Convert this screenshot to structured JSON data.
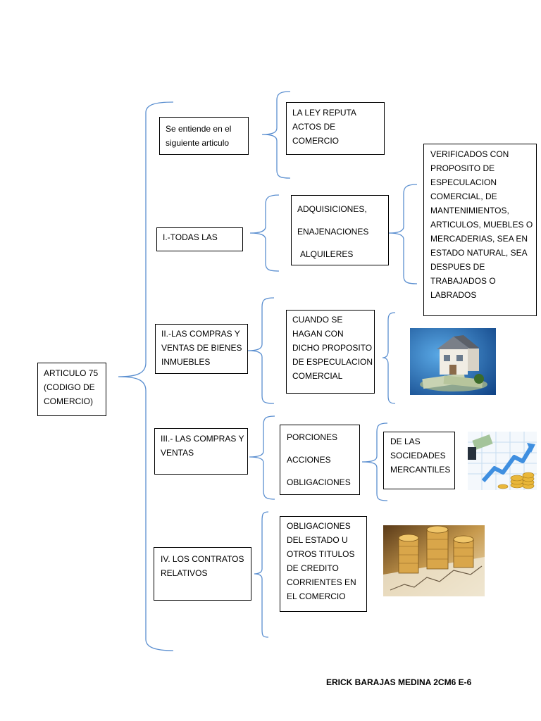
{
  "root": {
    "lines": [
      "ARTICULO 75",
      "(CODIGO DE",
      "COMERCIO)"
    ]
  },
  "branches": {
    "intro": {
      "lines": [
        "Se entiende en el",
        "siguiente articulo"
      ]
    },
    "intro_detail": {
      "lines": [
        "LA LEY REPUTA",
        "ACTOS DE",
        "COMERCIO"
      ]
    },
    "b1": {
      "lines": [
        "I.-TODAS LAS"
      ]
    },
    "b1_items": {
      "lines": [
        "ADQUISICIONES,",
        "ENAJENACIONES",
        "ALQUILERES"
      ]
    },
    "b1_detail": {
      "lines": [
        "VERIFICADOS CON",
        "PROPOSITO DE",
        "ESPECULACION",
        "COMERCIAL, DE",
        "MANTENIMIENTOS,",
        "ARTICULOS, MUEBLES O",
        "MERCADERIAS, SEA EN",
        "ESTADO NATURAL, SEA",
        "DESPUES DE",
        "TRABAJADOS O",
        "LABRADOS"
      ]
    },
    "b2": {
      "lines": [
        "II.-LAS COMPRAS Y",
        "VENTAS DE BIENES",
        "INMUEBLES"
      ]
    },
    "b2_detail": {
      "lines": [
        "CUANDO SE",
        "HAGAN CON",
        "DICHO PROPOSITO",
        "DE ESPECULACION",
        "COMERCIAL"
      ]
    },
    "b3": {
      "lines": [
        "III.- LAS COMPRAS Y",
        "VENTAS"
      ]
    },
    "b3_items": {
      "lines": [
        "PORCIONES",
        "ACCIONES",
        "OBLIGACIONES"
      ]
    },
    "b3_detail": {
      "lines": [
        "DE LAS",
        "SOCIEDADES",
        "MERCANTILES"
      ]
    },
    "b4": {
      "lines": [
        "IV. LOS CONTRATOS",
        "RELATIVOS"
      ]
    },
    "b4_detail": {
      "lines": [
        "OBLIGACIONES",
        "DEL ESTADO U",
        "OTROS TITULOS",
        "DE CREDITO",
        "CORRIENTES EN",
        "EL COMERCIO"
      ]
    }
  },
  "images": [
    "house-money-image",
    "growth-chart-coins-image",
    "coin-stacks-image"
  ],
  "footer": "ERICK BARAJAS MEDINA 2CM6 E-6",
  "colors": {
    "brace": "#5b8fd0",
    "border": "#000000"
  }
}
